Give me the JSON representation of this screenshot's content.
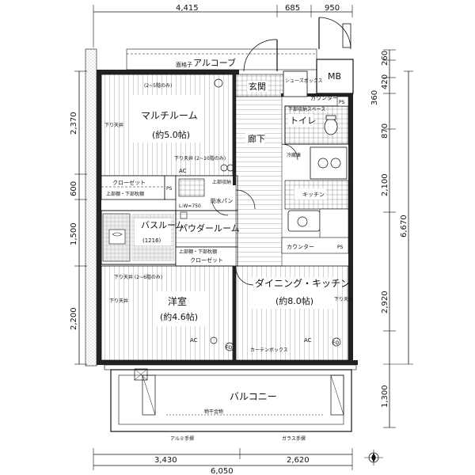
{
  "dimensions": {
    "top": [
      "4,415",
      "685",
      "950"
    ],
    "left": [
      "2,370",
      "600",
      "1,500",
      "2,200"
    ],
    "right_inner": [
      "260",
      "420",
      "360",
      "870",
      "2,100",
      "2,920",
      "1,300"
    ],
    "right_outer": "6,670",
    "bottom_inner": [
      "3,430",
      "2,620"
    ],
    "bottom_outer": "6,050"
  },
  "rooms": {
    "alcove": "アルコーブ",
    "alcove_note": "面格子",
    "mb": "MB",
    "entrance": "玄関",
    "shoes_box": "シューズボックス",
    "counter_top": "カウンター",
    "toilet": "トイレ",
    "toilet_note": "下部収納スペース",
    "corridor": "廊下",
    "multi_room": "マルチルーム",
    "multi_room_size": "(約5.0帖)",
    "multi_room_note": "(2~5階のみ)",
    "drop_ceiling": "下り天井",
    "drop_ceiling_note_1": "下り天井 (2~10階のみ)",
    "closet_1": "クローゼット",
    "closet_note": "上部棚・下部枕棚",
    "ps": "PS",
    "bath": "バスルーム",
    "bath_size": "(1216)",
    "powder": "パウダールーム",
    "waterproof_pan": "防水パン",
    "wash_size": "L:W=750",
    "closet_2": "クローゼット",
    "western": "洋室",
    "western_size": "(約4.6帖)",
    "western_note": "下り天井 (2~6階のみ)",
    "dining": "ダイニング・キッチン",
    "dining_size": "(約8.0帖)",
    "kitchen": "キッチン",
    "counter": "カウンター",
    "fridge": "冷蔵庫",
    "ac": "AC",
    "curtain_box": "カーテンボックス",
    "balcony": "バルコニー",
    "clothes_rod": "物干金物",
    "rail_left": "アルミ手摺",
    "rail_right": "ガラス手摺",
    "upper_storage": "上部収納",
    "fo": "FO"
  }
}
